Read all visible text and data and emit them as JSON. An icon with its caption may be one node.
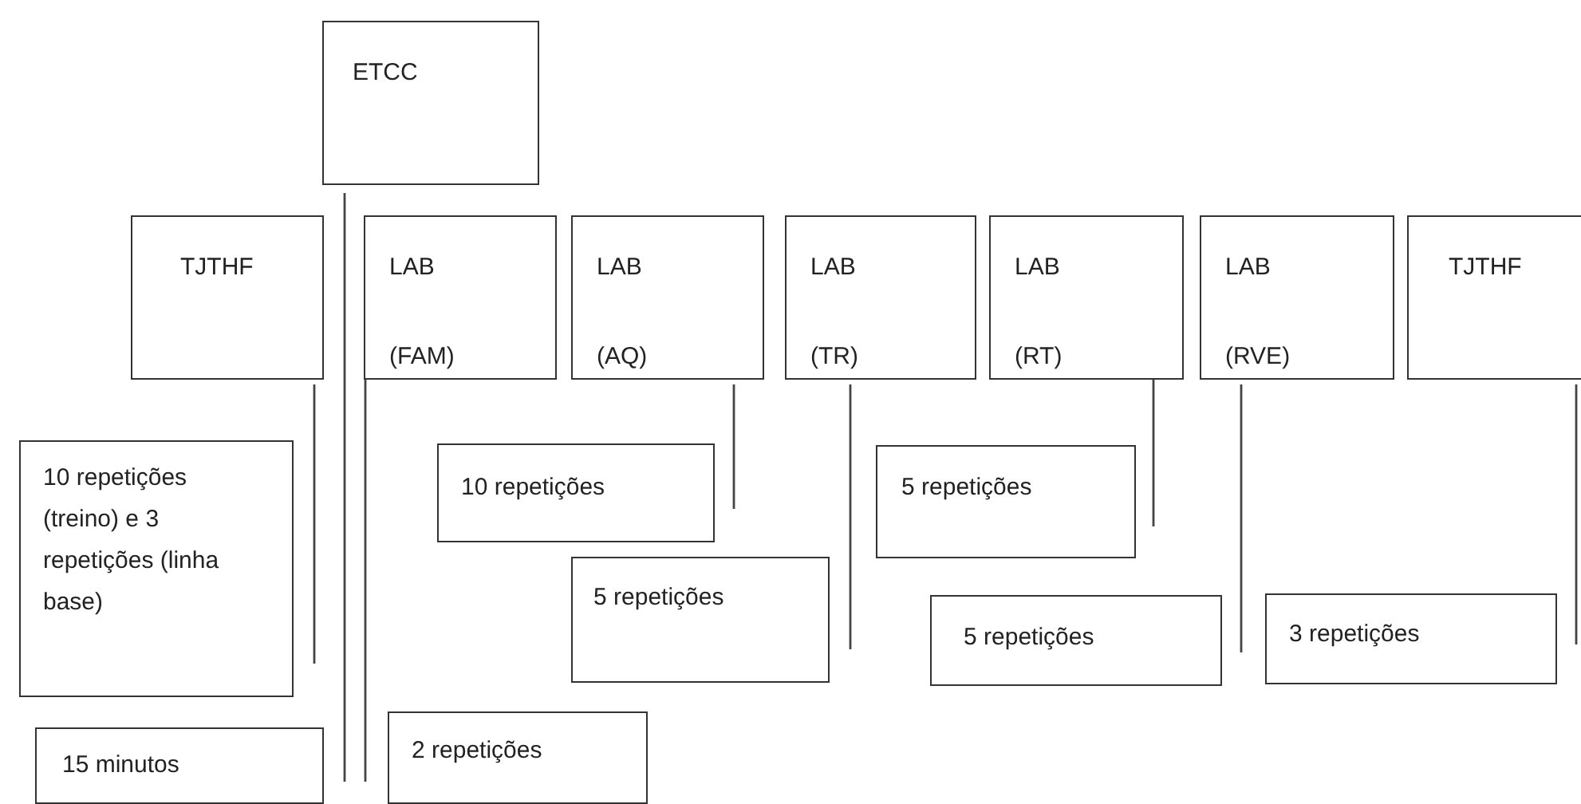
{
  "diagram": {
    "nodes": [
      {
        "text": [
          "ETCC"
        ]
      },
      {
        "text": [
          "TJTHF"
        ]
      },
      {
        "text": [
          "LAB (FAM)"
        ]
      },
      {
        "text": [
          "LAB (AQ)"
        ]
      },
      {
        "text": [
          "LAB (TR)"
        ]
      },
      {
        "text": [
          "LAB (RT)"
        ]
      },
      {
        "text": [
          "LAB (RVE)"
        ]
      },
      {
        "text": [
          "TJTHF"
        ]
      },
      {
        "text": [
          "10 repetições (treino) e 3 repetições (linha base)"
        ]
      },
      {
        "text": [
          "10 repetições"
        ]
      },
      {
        "text": [
          "5 repetições"
        ]
      },
      {
        "text": [
          "5 repetições"
        ]
      },
      {
        "text": [
          "5 repetições"
        ]
      },
      {
        "text": [
          "3 repetições"
        ]
      },
      {
        "text": [
          "15 minutos"
        ]
      },
      {
        "text": [
          "2 repetições"
        ]
      }
    ]
  }
}
